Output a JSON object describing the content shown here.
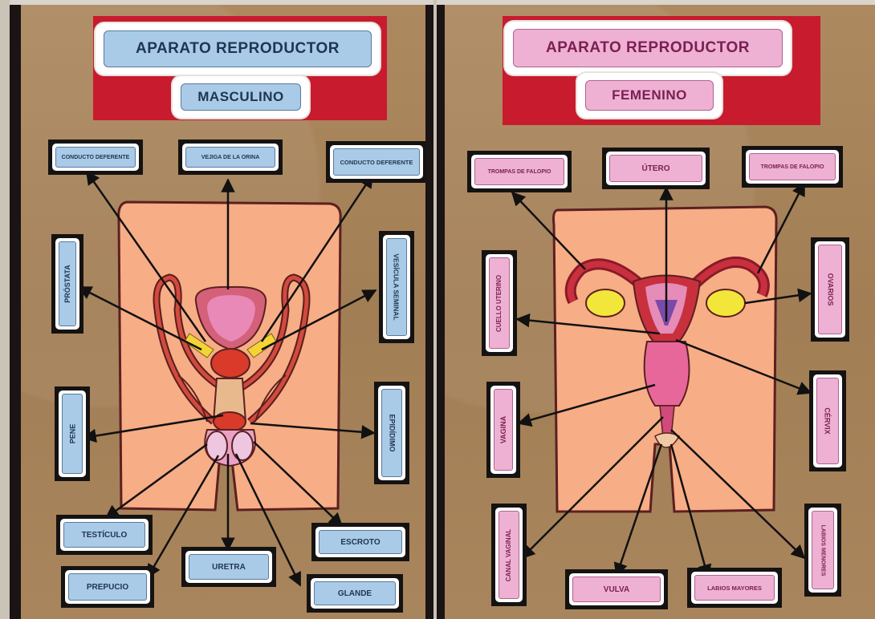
{
  "left_poster": {
    "title_line1": "APARATO   REPRODUCTOR",
    "title_line2": "MASCULINO",
    "labels": {
      "conducto_deferente_left": "CONDUCTO DEFERENTE",
      "vejiga": "VEJIGA DE LA ORINA",
      "conducto_deferente_right": "CONDUCTO DEFERENTE",
      "prostata": "PRÓSTATA",
      "vesicula_seminal": "VESÍCULA SEMINAL",
      "pene": "PENE",
      "epididimo": "EPIDÍDIMO",
      "testiculo": "TESTÍCULO",
      "escroto": "ESCROTO",
      "uretra": "URETRA",
      "prepucio": "PREPUCIO",
      "glande": "GLANDE"
    }
  },
  "right_poster": {
    "title_line1": "APARATO   REPRODUCTOR",
    "title_line2": "FEMENINO",
    "labels": {
      "trompas_left": "TROMPAS DE FALOPIO",
      "utero": "ÚTERO",
      "trompas_right": "TROMPAS DE FALOPIO",
      "cuello_uterino": "CUELLO UTERINO",
      "ovarios": "OVARIOS",
      "vagina": "VAGINA",
      "cervix": "CÉRVIX",
      "canal_vaginal": "CANAL VAGINAL",
      "labios_menores": "LABIOS MENORES",
      "vulva": "VULVA",
      "labios_mayores": "LABIOS MAYORES"
    }
  },
  "colors": {
    "kraft_paper": "#a9855d",
    "banner_red": "#c81b2e",
    "label_blue": "#a9cbe8",
    "label_pink": "#eeb1d3",
    "skin": "#f7ad85",
    "outline": "#6b2626"
  }
}
